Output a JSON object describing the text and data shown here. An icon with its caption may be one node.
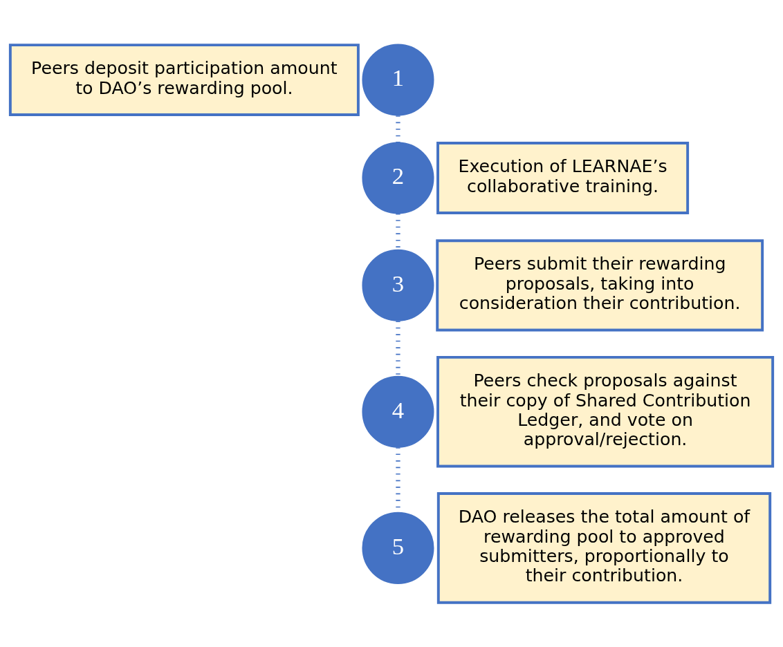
{
  "diagram": {
    "nodes": [
      {
        "text": [
          "Peers deposit participation amount to DAO’s rewarding pool."
        ]
      },
      {
        "text": [
          "1"
        ]
      },
      {
        "text": [
          "2"
        ]
      },
      {
        "text": [
          "Execution of LEARNAE’s collaborative training."
        ]
      },
      {
        "text": [
          "Peers submit their rewarding proposals, taking into consideration their contribution."
        ]
      },
      {
        "text": [
          "3"
        ]
      },
      {
        "text": [
          "4"
        ]
      },
      {
        "text": [
          "Peers check proposals against their copy of Shared Contribution Ledger, and vote on approval/rejection."
        ]
      },
      {
        "text": [
          "DAO releases the total amount of rewarding pool to approved submitters, proportionally to their contribution."
        ]
      },
      {
        "text": [
          "5"
        ]
      }
    ],
    "edges": [
      {
        "from": 1,
        "to": 2,
        "arrow": "none",
        "style": "dashed"
      },
      {
        "from": 2,
        "to": 5,
        "arrow": "none",
        "style": "dashed"
      },
      {
        "from": 5,
        "to": 6,
        "arrow": "none",
        "style": "dashed"
      },
      {
        "from": 6,
        "to": 9,
        "arrow": "none",
        "style": "dashed"
      }
    ]
  }
}
